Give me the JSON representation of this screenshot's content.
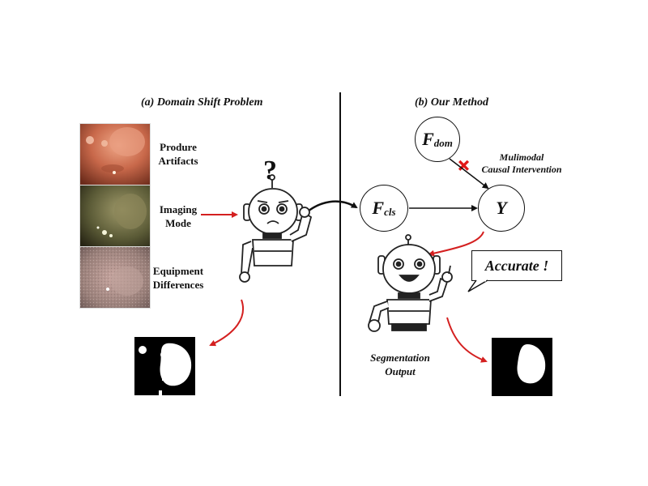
{
  "left_panel": {
    "title": "(a) Domain Shift Problem",
    "items": [
      {
        "line1": "Produre",
        "line2": "Artifacts"
      },
      {
        "line1": "Imaging",
        "line2": "Mode"
      },
      {
        "line1": "Equipment",
        "line2": "Differences"
      }
    ],
    "question_mark": "?"
  },
  "right_panel": {
    "title": "(b) Our Method",
    "node_dom": {
      "main": "F",
      "sub": "dom"
    },
    "node_cls": {
      "main": "F",
      "sub": "cls"
    },
    "node_y": "Y",
    "intervention_line1": "Mulimodal",
    "intervention_line2": "Causal Intervention",
    "intervention_mark": "+",
    "bubble": "Accurate !",
    "seg_line1": "Segmentation",
    "seg_line2": "Output"
  },
  "colors": {
    "arrow_red": "#d42020",
    "line": "#111111",
    "robot_outline": "#222222"
  }
}
